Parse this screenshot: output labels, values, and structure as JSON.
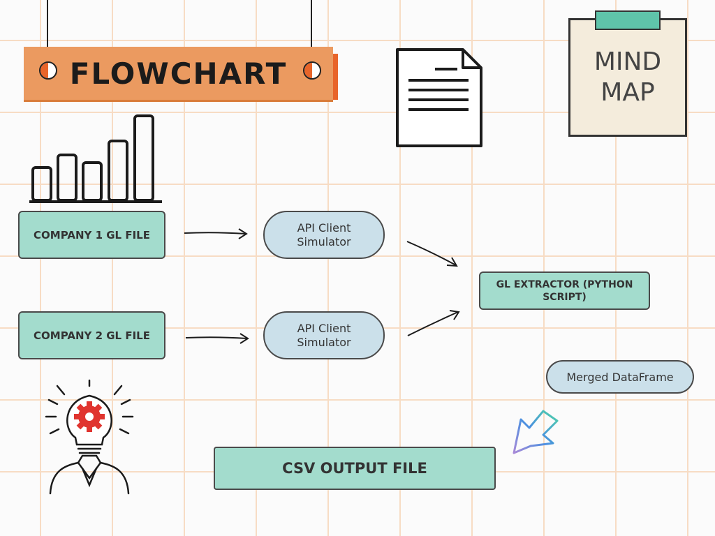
{
  "banner": {
    "title": "FLOWCHART"
  },
  "clipboard": {
    "line1": "MIND",
    "line2": "MAP"
  },
  "nodes": {
    "company1": "COMPANY 1 GL FILE",
    "company2": "COMPANY 2 GL FILE",
    "api1_line1": "API Client",
    "api1_line2": "Simulator",
    "api2_line1": "API Client",
    "api2_line2": "Simulator",
    "extractor_line1": "GL EXTRACTOR (PYTHON",
    "extractor_line2": "SCRIPT)",
    "merged": "Merged DataFrame",
    "csv": "CSV OUTPUT FILE"
  },
  "icons": [
    "document-icon",
    "bar-chart-icon",
    "lightbulb-gear-person-icon",
    "zigzag-arrow-icon"
  ],
  "colors": {
    "banner": "#eb9a60",
    "box_fill": "#a3dccd",
    "pill_fill": "#cbe0ea",
    "clipboard_fill": "#f4ecdc",
    "clip": "#5fc4aa",
    "gear": "#e0342f"
  }
}
